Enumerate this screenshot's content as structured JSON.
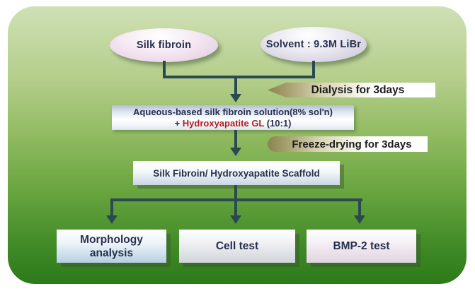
{
  "ellipses": {
    "silk": {
      "label": "Silk fibroin"
    },
    "solvent": {
      "label": "Solvent : 9.3M LiBr"
    }
  },
  "process_labels": {
    "dialysis": "Dialysis for 3days",
    "freeze_drying": "Freeze-drying for 3days"
  },
  "boxes": {
    "aqueous": {
      "line1": "Aqueous-based silk fibroin solution(8% sol'n)",
      "line2_prefix": "+ ",
      "line2_highlight": "Hydroxyapatite GL",
      "line2_suffix": " (10:1)"
    },
    "scaffold": {
      "label": "Silk Fibroin/ Hydroxyapatite Scaffold"
    },
    "morphology": {
      "line1": "Morphology",
      "line2": "analysis"
    },
    "cell": {
      "label": "Cell test"
    },
    "bmp": {
      "label": "BMP-2 test"
    }
  },
  "colors": {
    "background_top": "#cfe0b5",
    "background_bottom": "#2d7a19",
    "connector": "#2a4950",
    "text_dark": "#27304e",
    "highlight_red": "#b01f24",
    "ribbon_olive": "#8a844e"
  }
}
